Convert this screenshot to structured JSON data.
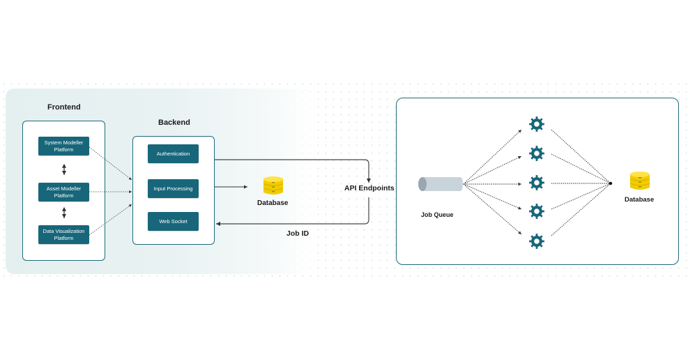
{
  "frontend": {
    "title": "Frontend",
    "nodes": [
      {
        "label": "System Modeller Platform"
      },
      {
        "label": "Asset Modeller Platform"
      },
      {
        "label": "Data Visualization Platform"
      }
    ]
  },
  "backend": {
    "title": "Backend",
    "nodes": [
      {
        "label": "Authentication"
      },
      {
        "label": "Input Processing"
      },
      {
        "label": "Web Socket"
      }
    ]
  },
  "labels": {
    "database_left": "Database",
    "api_endpoints": "API Endpoints",
    "job_id": "Job ID",
    "job_queue": "Job Queue",
    "database_right": "Database"
  },
  "workers": {
    "count": 5,
    "icon": "gear-icon"
  },
  "colors": {
    "primary": "#17667a",
    "border": "#1f6a7a",
    "database": "#f5d000",
    "queue": "#c9d3da"
  }
}
